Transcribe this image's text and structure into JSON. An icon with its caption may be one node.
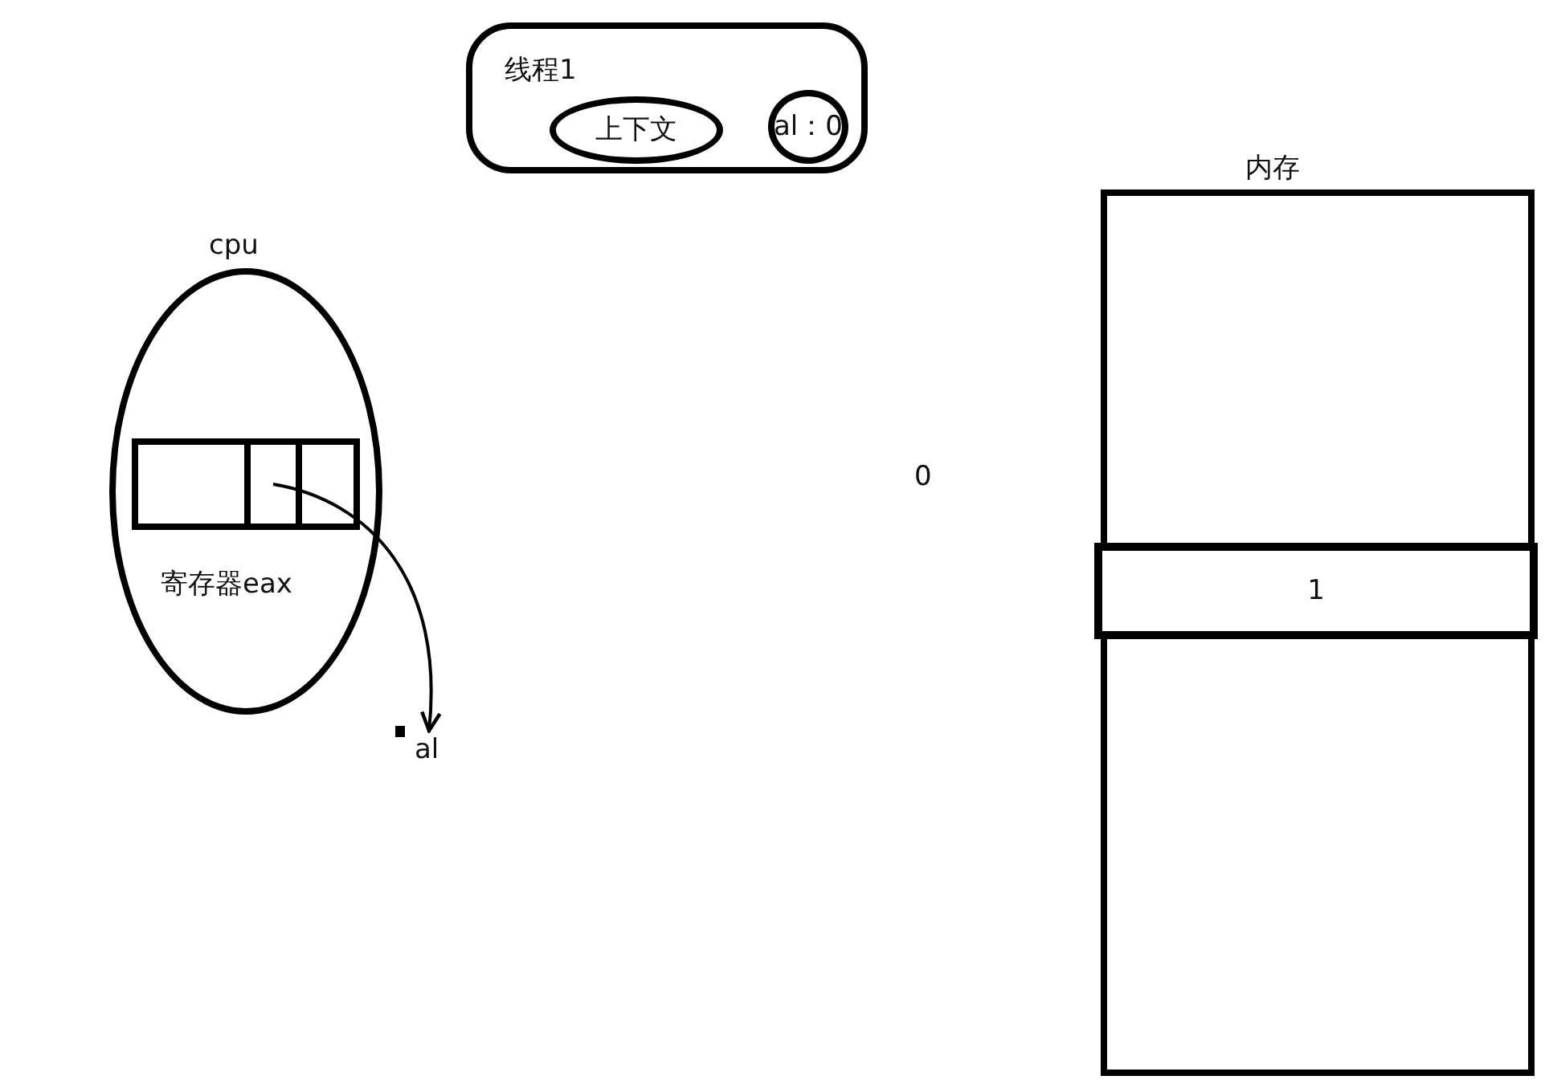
{
  "diagram": {
    "nodes": [
      {
        "text": [
          "线程1"
        ]
      },
      {
        "text": [
          "上下文"
        ],
        "in": 0
      },
      {
        "text": [
          "al：0"
        ],
        "in": 0
      },
      {
        "text": [
          "cpu"
        ]
      },
      {
        "text": [],
        "shape": "box",
        "in": 3,
        "beside": [
          "寄存器eax"
        ]
      },
      {
        "text": [],
        "shape": "box",
        "in": 4
      },
      {
        "text": [
          "al"
        ]
      },
      {
        "text": [
          "内存"
        ]
      },
      {
        "text": [
          "1"
        ],
        "in": 7
      }
    ],
    "edges": [
      {
        "from": 5,
        "to": 6,
        "arrow": "to"
      }
    ],
    "labels": [
      "0"
    ]
  }
}
